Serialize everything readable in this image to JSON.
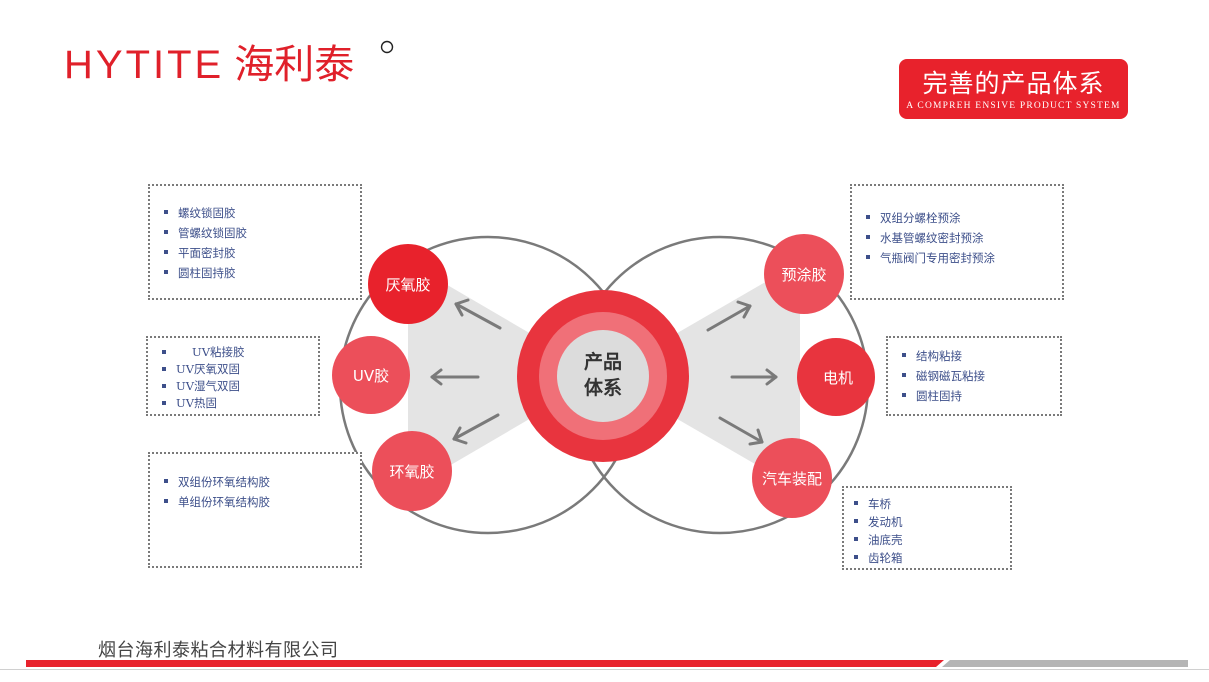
{
  "brand": {
    "latin": "HYTITE",
    "cjk": "海利泰"
  },
  "section_title": {
    "main": "完善的产品体系",
    "sub": "A COMPREH ENSIVE PRODUCT SYSTEM"
  },
  "center": {
    "line1": "产品",
    "line2": "体系"
  },
  "nodes": {
    "anaerobic": "厌氧胶",
    "uv": "UV胶",
    "epoxy": "环氧胶",
    "precoat": "预涂胶",
    "motor": "电机",
    "auto": "汽车装配"
  },
  "lists": {
    "anaerobic": [
      "螺纹锁固胶",
      "管螺纹锁固胶",
      "平面密封胶",
      "圆柱固持胶"
    ],
    "uv": [
      "UV粘接胶",
      "UV厌氧双固",
      "UV湿气双固",
      "UV热固"
    ],
    "epoxy": [
      "双组份环氧结构胶",
      "单组份环氧结构胶"
    ],
    "precoat": [
      "双组分螺栓预涂",
      "水基管螺纹密封预涂",
      "气瓶阀门专用密封预涂"
    ],
    "motor": [
      "结构粘接",
      "磁钢磁瓦粘接",
      "圆柱固持"
    ],
    "auto": [
      "车桥",
      "发动机",
      "油底壳",
      "齿轮箱"
    ]
  },
  "footer": {
    "company": "烟台海利泰粘合材料有限公司"
  },
  "colors": {
    "brand_red": "#e0202a",
    "node_red": "#e8222c",
    "node_red_light": "#ec4f5a",
    "list_text": "#3d4f8a",
    "ring_gray": "#7a7a7a"
  }
}
